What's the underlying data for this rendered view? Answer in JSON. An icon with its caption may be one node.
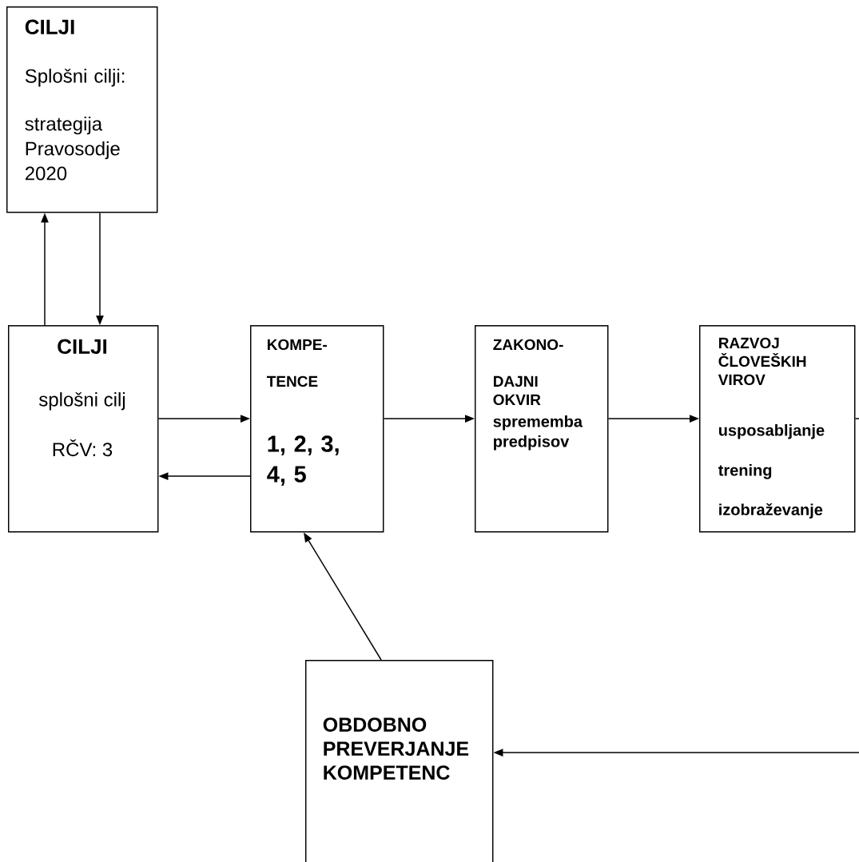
{
  "diagram": {
    "nodes": [
      {
        "text": [
          "CILJI",
          "Splošni cilji:",
          "strategija Pravosodje 2020"
        ]
      },
      {
        "text": [
          "CILJI",
          "splošni cilj",
          "RČV: 3"
        ]
      },
      {
        "text": [
          "KOMPE- TENCE",
          "1, 2, 3, 4, 5"
        ]
      },
      {
        "text": [
          "ZAKONO- DAJNI OKVIR",
          "sprememba predpisov"
        ]
      },
      {
        "text": [
          "RAZVOJ ČLOVEŠKIH VIROV",
          "usposabljanje",
          "trening",
          "izobraževanje"
        ]
      },
      {
        "text": [
          "OBDOBNO PREVERJANJE KOMPETENC"
        ]
      }
    ],
    "edges": [
      {
        "from": 1,
        "to": 0,
        "arrow": "to"
      },
      {
        "from": 0,
        "to": 1,
        "arrow": "to"
      },
      {
        "from": 1,
        "to": 2,
        "arrow": "to"
      },
      {
        "from": 2,
        "to": 1,
        "arrow": "to"
      },
      {
        "from": 2,
        "to": 3,
        "arrow": "to"
      },
      {
        "from": 3,
        "to": 4,
        "arrow": "to"
      },
      {
        "from": 4,
        "to": null,
        "arrow": "none"
      },
      {
        "from": null,
        "to": 5,
        "arrow": "to"
      },
      {
        "from": 5,
        "to": 2,
        "arrow": "to"
      }
    ]
  }
}
